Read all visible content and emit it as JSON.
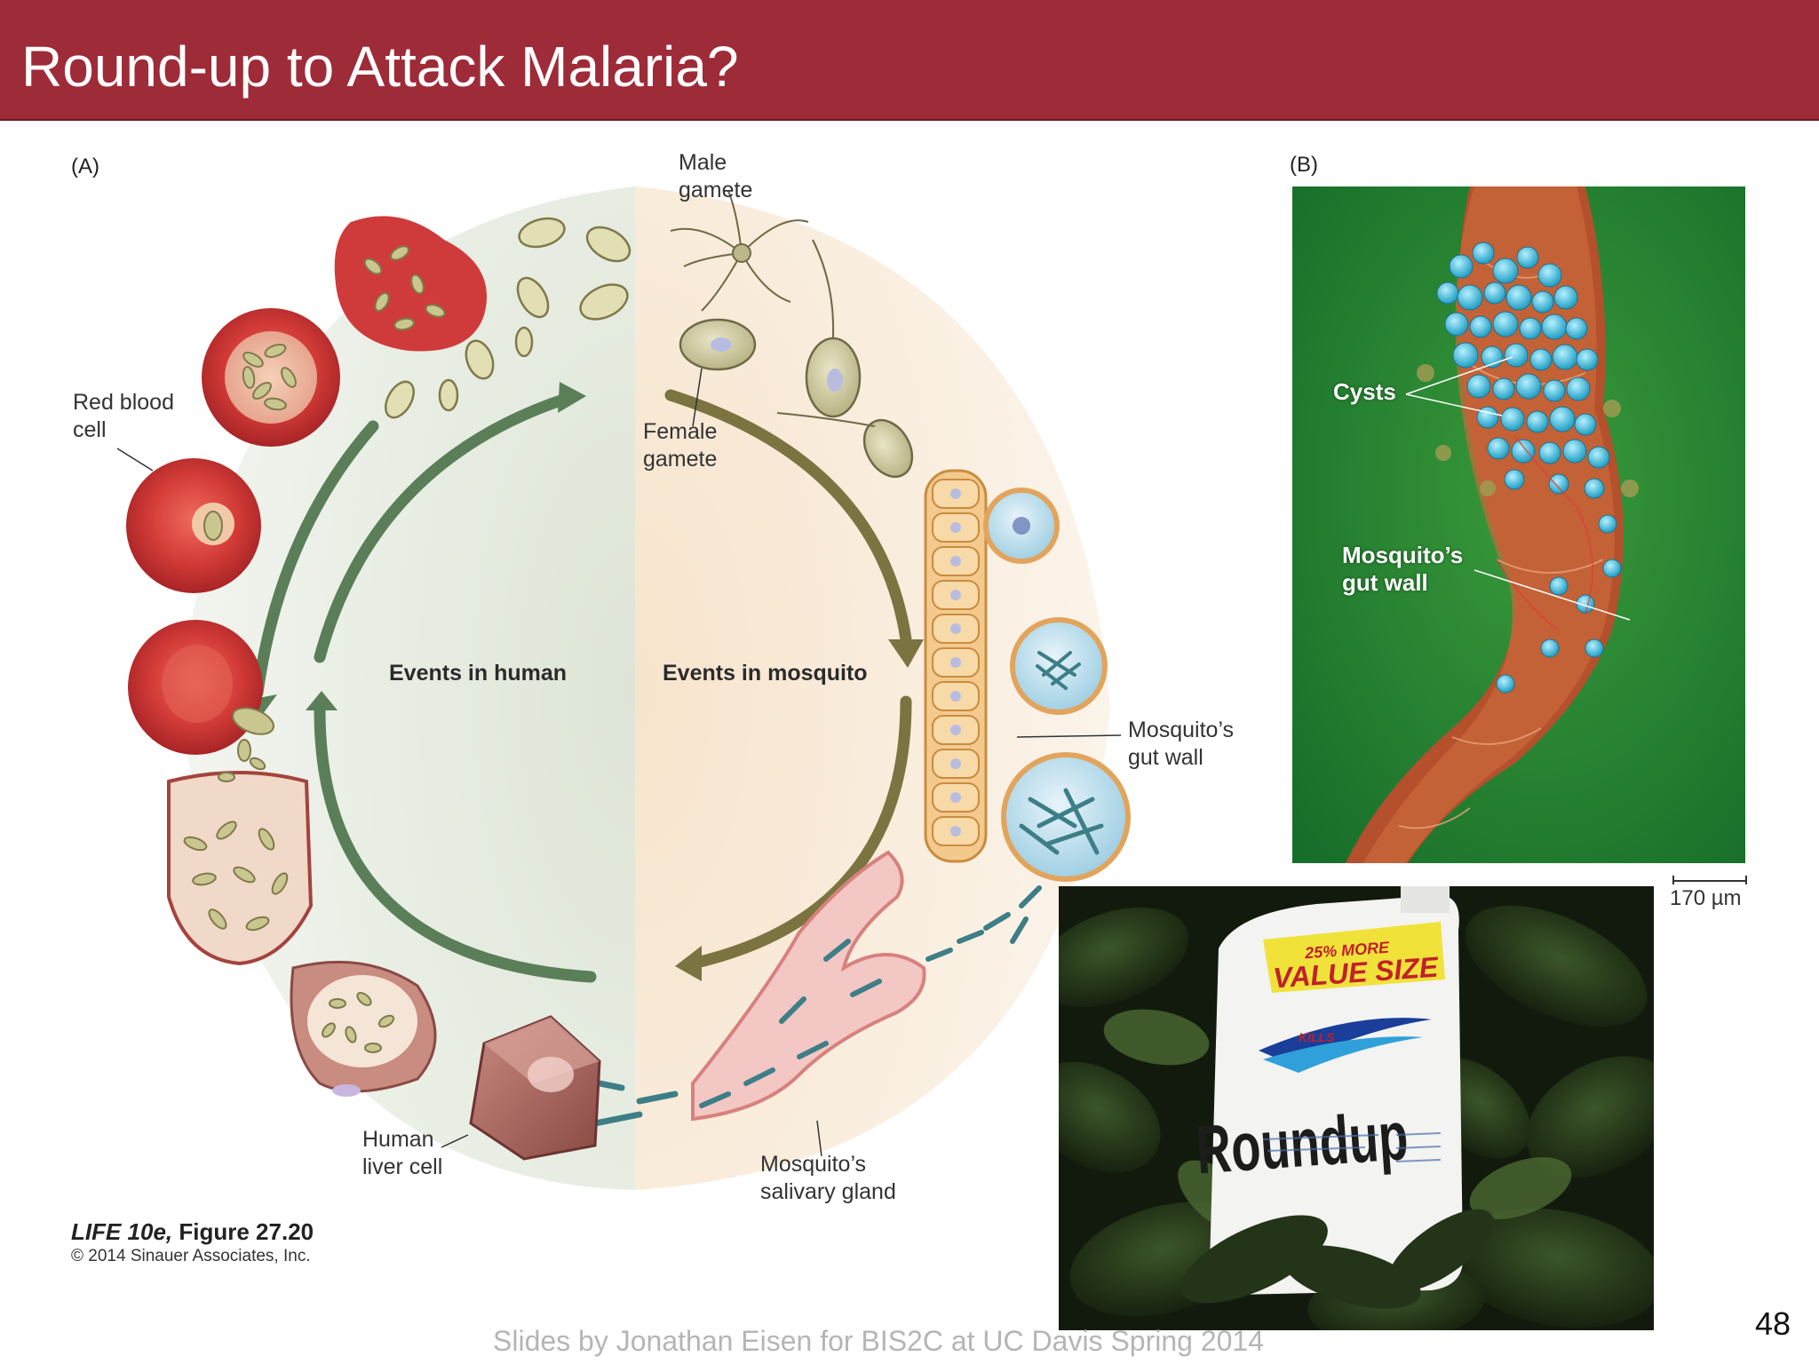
{
  "slide": {
    "title": "Round-up to Attack Malaria?",
    "page_number": "48",
    "footer": "Slides by Jonathan Eisen for BIS2C at UC Davis Spring 2014"
  },
  "figure_a": {
    "panel_label": "(A)",
    "labels": {
      "male_gamete": "Male\ngamete",
      "female_gamete": "Female\ngamete",
      "red_blood_cell": "Red blood\ncell",
      "events_human": "Events in human",
      "events_mosquito": "Events in mosquito",
      "gut_wall": "Mosquito’s\ngut wall",
      "liver_cell": "Human\nliver cell",
      "salivary_gland": "Mosquito’s\nsalivary gland"
    },
    "credit_title_italic": "LIFE 10e,",
    "credit_title_rest": " Figure 27.20",
    "credit_copyright": "© 2014 Sinauer Associates, Inc."
  },
  "figure_b": {
    "panel_label": "(B)",
    "cysts_label": "Cysts",
    "gut_wall_label": "Mosquito’s\ngut wall",
    "scale_bar": "170 µm"
  },
  "roundup_photo": {
    "banner_top": "25% MORE",
    "banner_main": "VALUE SIZE",
    "brand": "Roundup",
    "kills_tag": "KILLS"
  },
  "colors": {
    "title_bar": "#9e2b38",
    "human_arrow": "#5a7f58",
    "mosquito_arrow": "#7b7440",
    "rbc_red": "#cf3b3b",
    "background_photo_green": "#1f8a35"
  }
}
